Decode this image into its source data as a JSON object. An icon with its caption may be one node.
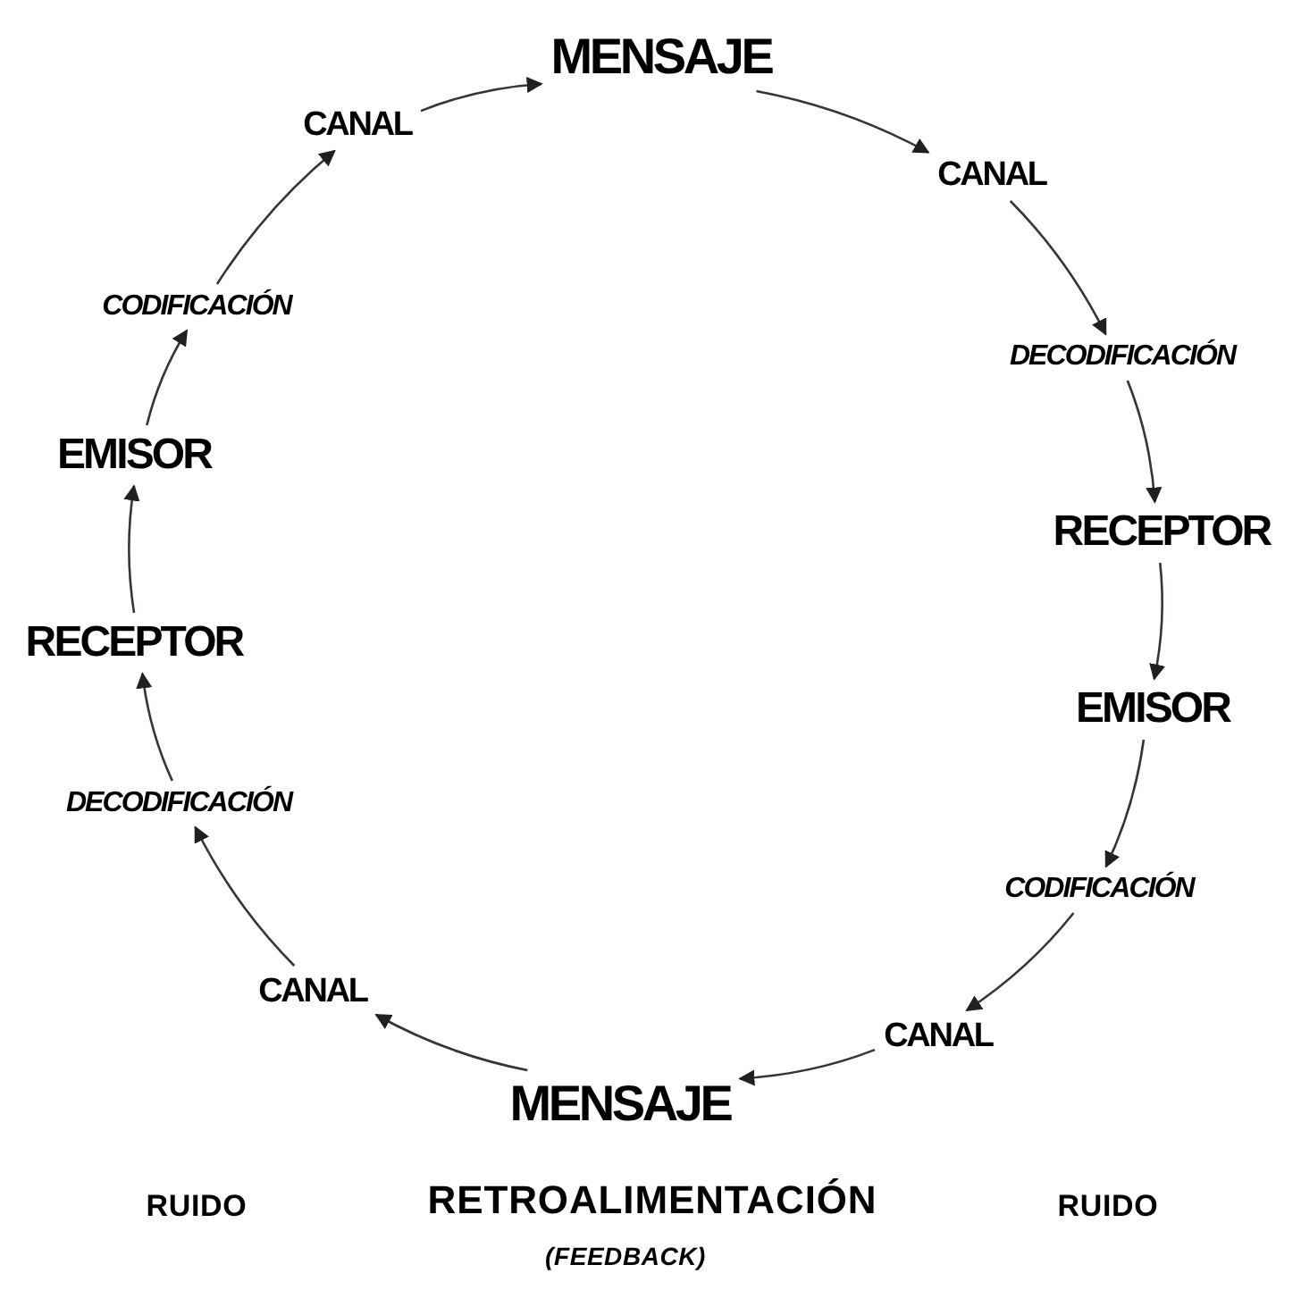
{
  "diagram": {
    "nodes": [
      {
        "text": [
          "MENSAJE"
        ]
      },
      {
        "text": [
          "CANAL"
        ]
      },
      {
        "text": [
          "DECODIFICACIÓN"
        ]
      },
      {
        "text": [
          "RECEPTOR"
        ]
      },
      {
        "text": [
          "EMISOR"
        ]
      },
      {
        "text": [
          "CODIFICACIÓN"
        ]
      },
      {
        "text": [
          "CANAL"
        ]
      },
      {
        "text": [
          "MENSAJE"
        ]
      },
      {
        "text": [
          "CANAL"
        ]
      },
      {
        "text": [
          "DECODIFICACIÓN"
        ]
      },
      {
        "text": [
          "RECEPTOR"
        ]
      },
      {
        "text": [
          "EMISOR"
        ]
      },
      {
        "text": [
          "CODIFICACIÓN"
        ]
      },
      {
        "text": [
          "CANAL"
        ]
      }
    ],
    "edges": [
      {
        "from": 0,
        "to": 1,
        "arrow": "to"
      },
      {
        "from": 1,
        "to": 2,
        "arrow": "to"
      },
      {
        "from": 2,
        "to": 3,
        "arrow": "to"
      },
      {
        "from": 3,
        "to": 4,
        "arrow": "to"
      },
      {
        "from": 4,
        "to": 5,
        "arrow": "to"
      },
      {
        "from": 5,
        "to": 6,
        "arrow": "to"
      },
      {
        "from": 6,
        "to": 7,
        "arrow": "to"
      },
      {
        "from": 7,
        "to": 8,
        "arrow": "to"
      },
      {
        "from": 8,
        "to": 9,
        "arrow": "to"
      },
      {
        "from": 9,
        "to": 10,
        "arrow": "to"
      },
      {
        "from": 10,
        "to": 11,
        "arrow": "to"
      },
      {
        "from": 11,
        "to": 12,
        "arrow": "to"
      },
      {
        "from": 12,
        "to": 13,
        "arrow": "to"
      },
      {
        "from": 13,
        "to": 0,
        "arrow": "to"
      }
    ],
    "labels": [
      "RUIDO",
      "RETROALIMENTACIÓN",
      "(FEEDBACK)",
      "RUIDO"
    ]
  }
}
